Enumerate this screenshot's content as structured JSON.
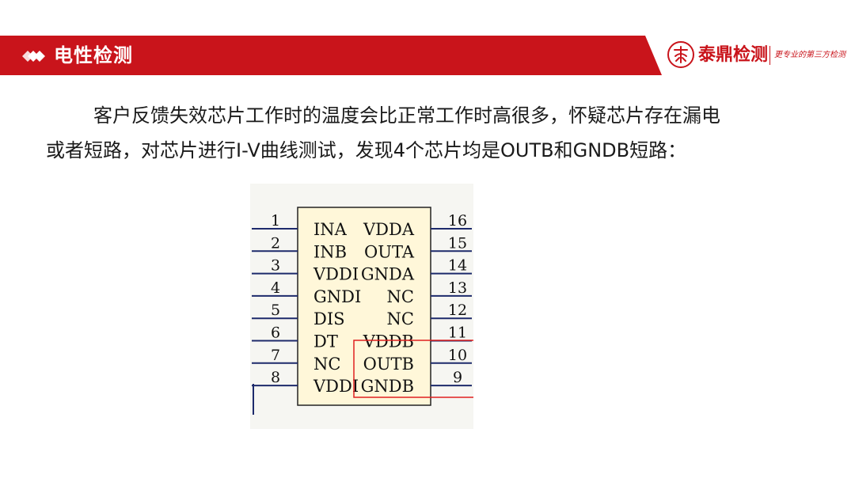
{
  "header": {
    "title": "电性检测"
  },
  "brand": {
    "name": "泰鼎检测",
    "slogan": "更专业的第三方检测",
    "color": "#c9141b"
  },
  "paragraph": {
    "line1": "客户反馈失效芯片工作时的温度会比正常工作时高很多，怀疑芯片存在漏电",
    "line2": "或者短路，对芯片进行I-V曲线测试，发现4个芯片均是OUTB和GNDB短路："
  },
  "pinout": {
    "left_pins": [
      {
        "num": "1",
        "label": "INA"
      },
      {
        "num": "2",
        "label": "INB"
      },
      {
        "num": "3",
        "label": "VDDI"
      },
      {
        "num": "4",
        "label": "GNDI"
      },
      {
        "num": "5",
        "label": "DIS"
      },
      {
        "num": "6",
        "label": "DT"
      },
      {
        "num": "7",
        "label": "NC"
      },
      {
        "num": "8",
        "label": "VDDI"
      }
    ],
    "right_pins": [
      {
        "num": "16",
        "label": "VDDA"
      },
      {
        "num": "15",
        "label": "OUTA"
      },
      {
        "num": "14",
        "label": "GNDA"
      },
      {
        "num": "13",
        "label": "NC"
      },
      {
        "num": "12",
        "label": "NC"
      },
      {
        "num": "11",
        "label": "VDDB"
      },
      {
        "num": "10",
        "label": "OUTB"
      },
      {
        "num": "9",
        "label": "GNDB"
      }
    ],
    "highlight_color": "#e02020"
  }
}
